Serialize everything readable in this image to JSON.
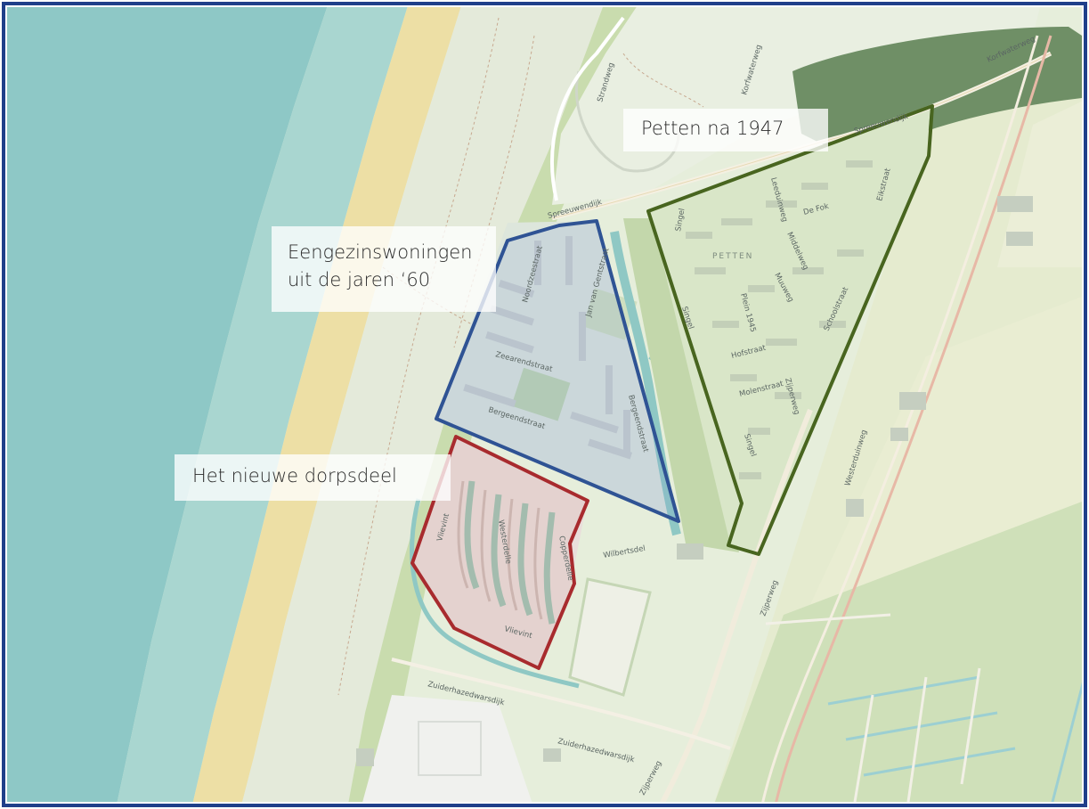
{
  "colors": {
    "sea": "#8fc9c8",
    "beach": "#eedfa6",
    "dune": "#e9efe0",
    "land": "#dfe9cf",
    "frame": "#1f3f8a",
    "outline_1960s": "#2b4f8f",
    "outline_post1947": "#4b6b22",
    "outline_new": "#a3282b"
  },
  "callouts": {
    "petten": "Petten na 1947",
    "eengezins_line1": "Eengezinswoningen",
    "eengezins_line2": "uit de jaren ‘60",
    "nieuwe": "Het nieuwe dorpsdeel"
  },
  "place_name": "PETTEN",
  "streets": {
    "strandweg": "Strandweg",
    "korfwaterweg": "Korfwaterweg",
    "korfwaterweg_short": "Korfwaterweg",
    "spreeuwendijk": "Spreeuwendijk",
    "spreeuwendijk_west": "Spreeuwendijk",
    "noordzeestraat": "Noordzeestraat",
    "jan_van_gent": "Jan van Gentstraat",
    "zeearendstraat": "Zeearendstraat",
    "bergeendstraat": "Bergeendstraat",
    "bergeendstraat_ne": "Bergeendstraat",
    "singel_1": "Singel",
    "singel_2": "Singel",
    "singel_3": "Singel",
    "leeduinweg": "Leeduinweg",
    "de_fok": "De Fok",
    "middelweg": "Middelweg",
    "muuweg": "Muuweg",
    "plein_1945": "Plein 1945",
    "hofstraat": "Hofstraat",
    "molenstraat": "Molenstraat",
    "schoolstraat": "Schoolstraat",
    "zijperweg_1": "Zijperweg",
    "zijperweg_2": "Zijperweg",
    "zijperweg_3": "Zijperweg",
    "eikstraat": "Eikstraat",
    "westerduinweg": "Westerduinweg",
    "vlievint_1": "Vlievint",
    "vlievint_2": "Vlievint",
    "westerdelle": "Westerdelle",
    "copperdelle": "Copperdelle",
    "wilbertsdel": "Wilbertsdel",
    "zuiderhazedwarsdijk_1": "Zuiderhazedwarsdijk",
    "zuiderhazedwarsdijk_2": "Zuiderhazedwarsdijk"
  }
}
